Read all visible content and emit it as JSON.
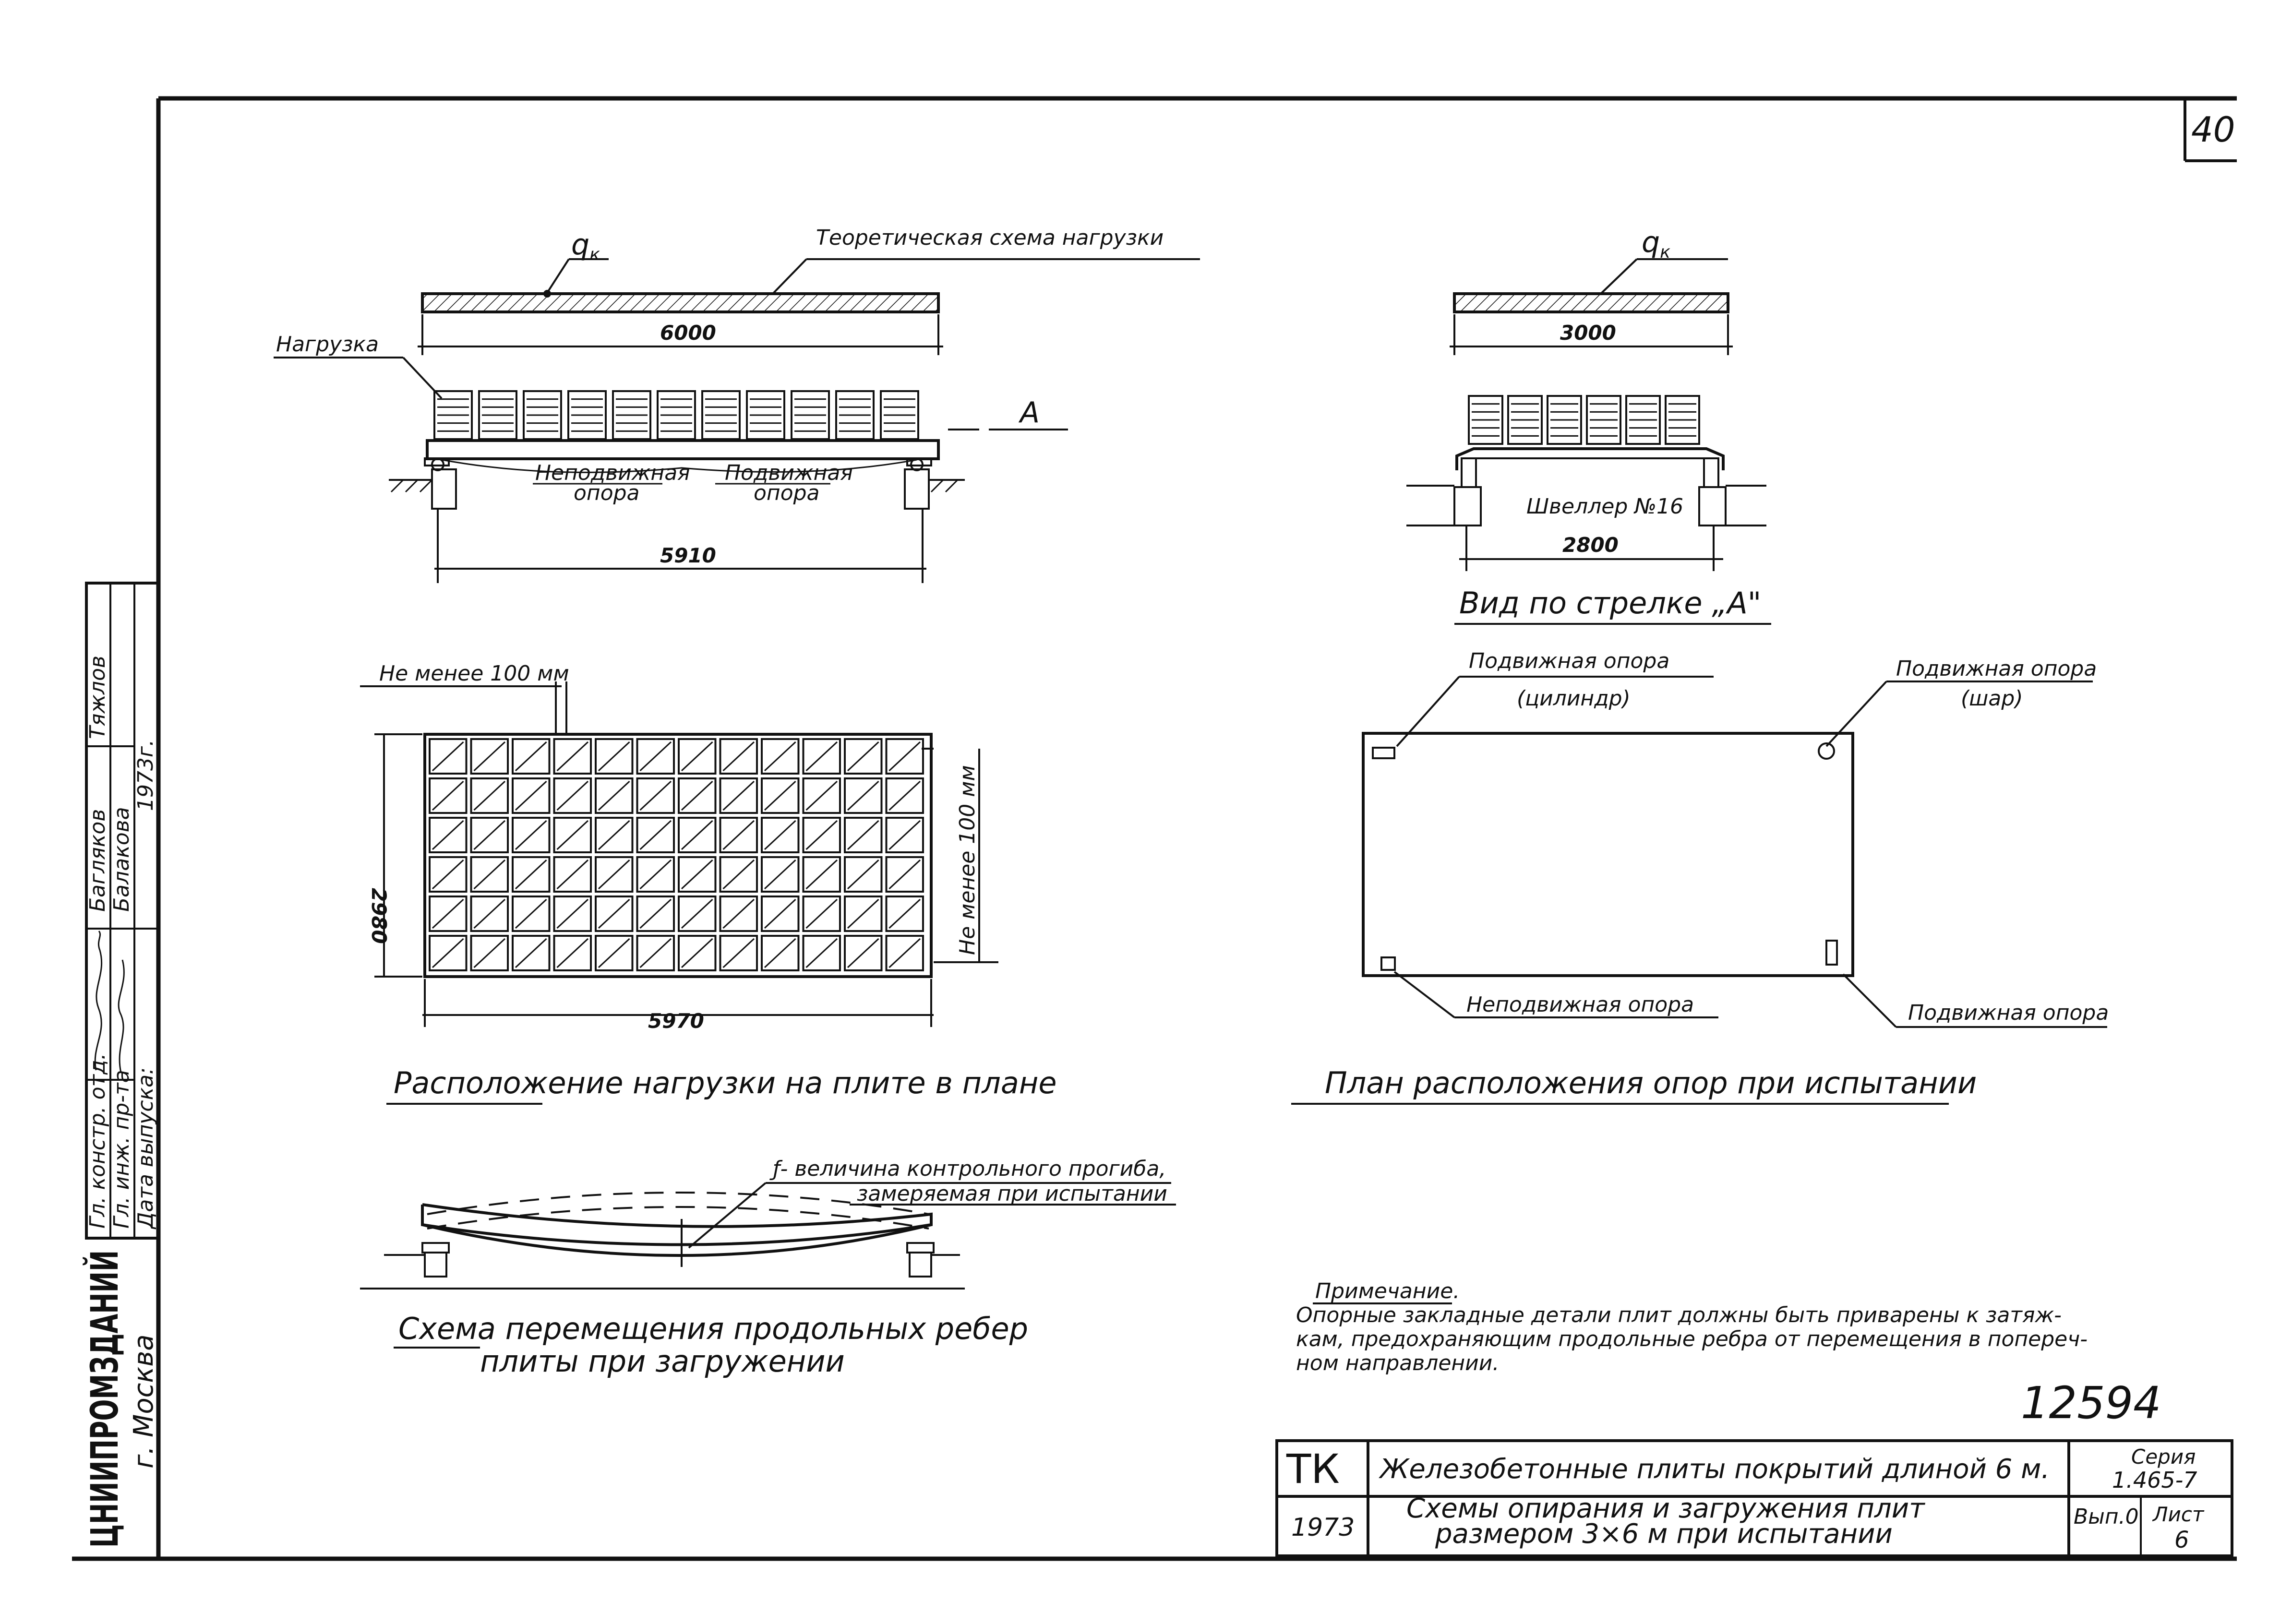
{
  "sheet": {
    "page_number": "40",
    "archive_number": "12594"
  },
  "theory_view": {
    "load_symbol": "q",
    "load_subscript": "к",
    "caption": "Теоретическая схема нагрузки",
    "span_label": "6000",
    "load_label": "Нагрузка",
    "arrow_label": "А",
    "fixed_support_1": "Неподвижная",
    "fixed_support_2": "опора",
    "movable_support_1": "Подвижная",
    "movable_support_2": "опора",
    "support_span": "5910"
  },
  "side_view": {
    "load_symbol": "q",
    "load_subscript": "к",
    "span_label": "3000",
    "channel_label": "Швеллер №16",
    "support_span": "2800",
    "caption": "Вид по стрелке „А\""
  },
  "plan_view": {
    "min_top": "Не менее 100 мм",
    "min_right": "Не менее 100 мм",
    "height_label": "2980",
    "width_label": "5970",
    "caption": "Расположение нагрузки на плите в плане"
  },
  "supports_plan": {
    "cylinder_1": "Подвижная опора",
    "cylinder_2": "(цилиндр)",
    "ball_1": "Подвижная опора",
    "ball_2": "(шар)",
    "fixed": "Неподвижная опора",
    "movable": "Подвижная опора",
    "caption": "План расположения опор при испытании"
  },
  "deflection": {
    "note_1": "ƒ- величина контрольного прогиба,",
    "note_2": "замеряемая при испытании",
    "caption_1": "Схема перемещения продольных ребер",
    "caption_2": "плиты при загружении"
  },
  "note": {
    "title": "Примечание.",
    "line_1": "Опорные закладные детали плит должны быть приварены к затяж-",
    "line_2": "кам, предохраняющим продольные ребра от перемещения в попереч-",
    "line_3": "ном направлении."
  },
  "title_block": {
    "code": "ТК",
    "year": "1973",
    "title": "Железобетонные плиты покрытий длиной 6 м.",
    "subtitle_1": "Схемы опирания и загружения плит",
    "subtitle_2": "размером 3×6 м при испытании",
    "series_label": "Серия",
    "series_value": "1.465-7",
    "issue_label": "Вып.0",
    "sheet_label": "Лист",
    "sheet_value": "6"
  },
  "stamp": {
    "org": "ЦНИИПРОМЗДАНИЙ",
    "city": "г. Москва",
    "role_1": "Гл. констр. отд.",
    "name_1": "Тяжлов",
    "role_2": "Гл. инж. пр-та",
    "name_2": "Багляков",
    "name_3": "Балакова",
    "date_label": "Дата выпуска:",
    "date_value": "1973г."
  }
}
